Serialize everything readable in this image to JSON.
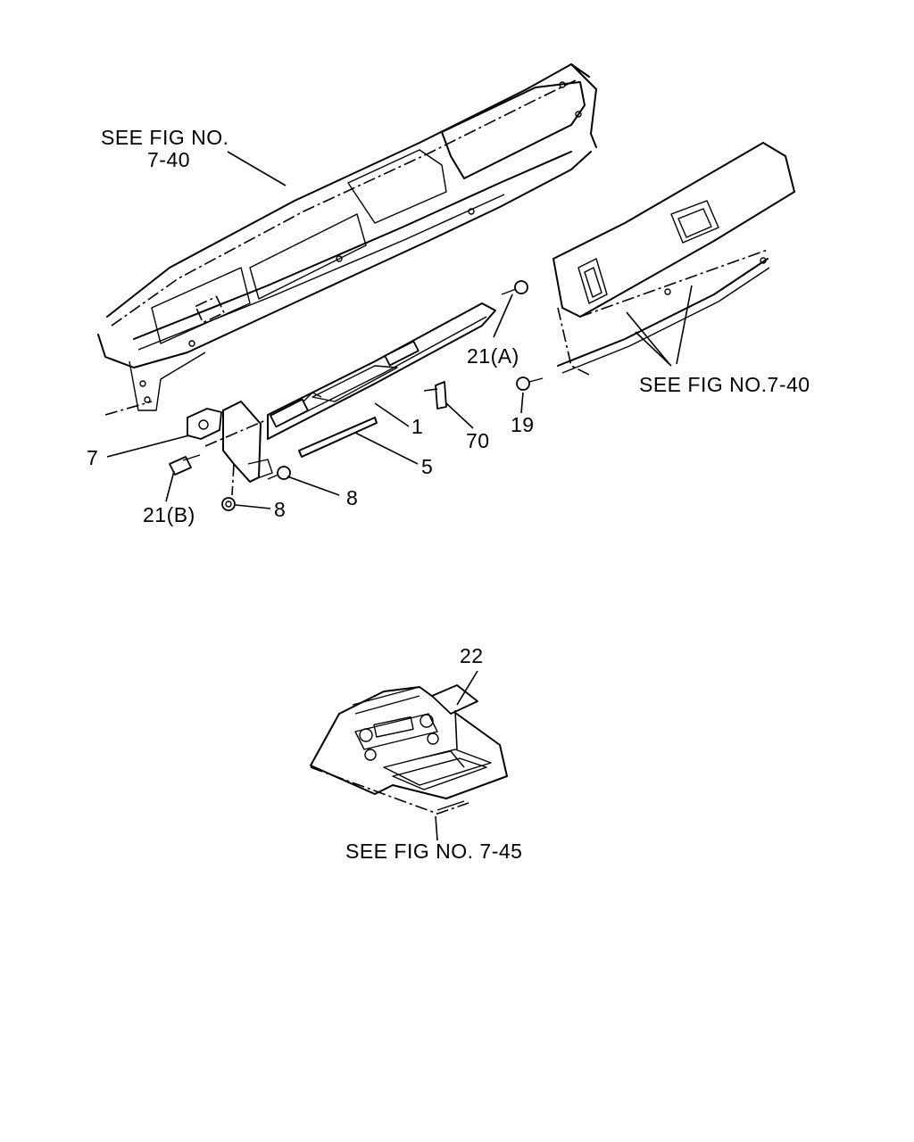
{
  "callouts": {
    "see_fig_top_line1": "SEE FIG NO.",
    "see_fig_top_line2": "7-40",
    "see_fig_right": "SEE FIG NO.7-40",
    "see_fig_bottom": "SEE FIG NO. 7-45",
    "part_21a": "21(A)",
    "part_1": "1",
    "part_70": "70",
    "part_19": "19",
    "part_7": "7",
    "part_5": "5",
    "part_8a": "8",
    "part_8b": "8",
    "part_21b": "21(B)",
    "part_22": "22"
  }
}
